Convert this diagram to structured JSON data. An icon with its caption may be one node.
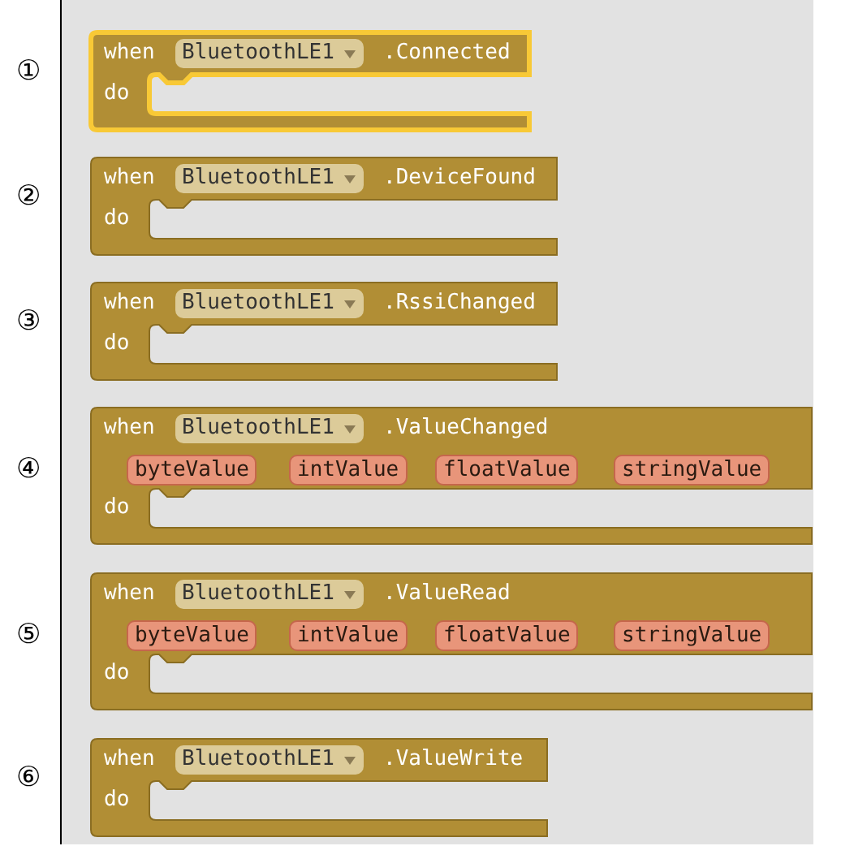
{
  "diagram": {
    "nodes": [
      {
        "text": [
          "when",
          ".Connected",
          "do"
        ]
      },
      {
        "text": [
          "BluetoothLE1"
        ],
        "in": 0
      },
      {
        "text": [
          "when",
          ".DeviceFound",
          "do"
        ]
      },
      {
        "text": [
          "BluetoothLE1"
        ],
        "in": 2
      },
      {
        "text": [
          "when",
          ".RssiChanged",
          "do"
        ]
      },
      {
        "text": [
          "BluetoothLE1"
        ],
        "in": 4
      },
      {
        "text": [
          "when",
          ".ValueChanged",
          "do"
        ]
      },
      {
        "text": [
          "BluetoothLE1"
        ],
        "in": 6
      },
      {
        "text": [
          "byteValue"
        ],
        "in": 6
      },
      {
        "text": [
          "intValue"
        ],
        "in": 6
      },
      {
        "text": [
          "floatValue"
        ],
        "in": 6
      },
      {
        "text": [
          "stringValue"
        ],
        "in": 6
      },
      {
        "text": [
          "when",
          ".ValueRead",
          "do"
        ]
      },
      {
        "text": [
          "BluetoothLE1"
        ],
        "in": 12
      },
      {
        "text": [
          "byteValue"
        ],
        "in": 12
      },
      {
        "text": [
          "intValue"
        ],
        "in": 12
      },
      {
        "text": [
          "floatValue"
        ],
        "in": 12
      },
      {
        "text": [
          "stringValue"
        ],
        "in": 12
      },
      {
        "text": [
          "when",
          ".ValueWrite",
          "do"
        ]
      },
      {
        "text": [
          "BluetoothLE1"
        ],
        "in": 18
      }
    ],
    "labels": [
      "①",
      "②",
      "③",
      "④",
      "⑤",
      "⑥"
    ]
  }
}
